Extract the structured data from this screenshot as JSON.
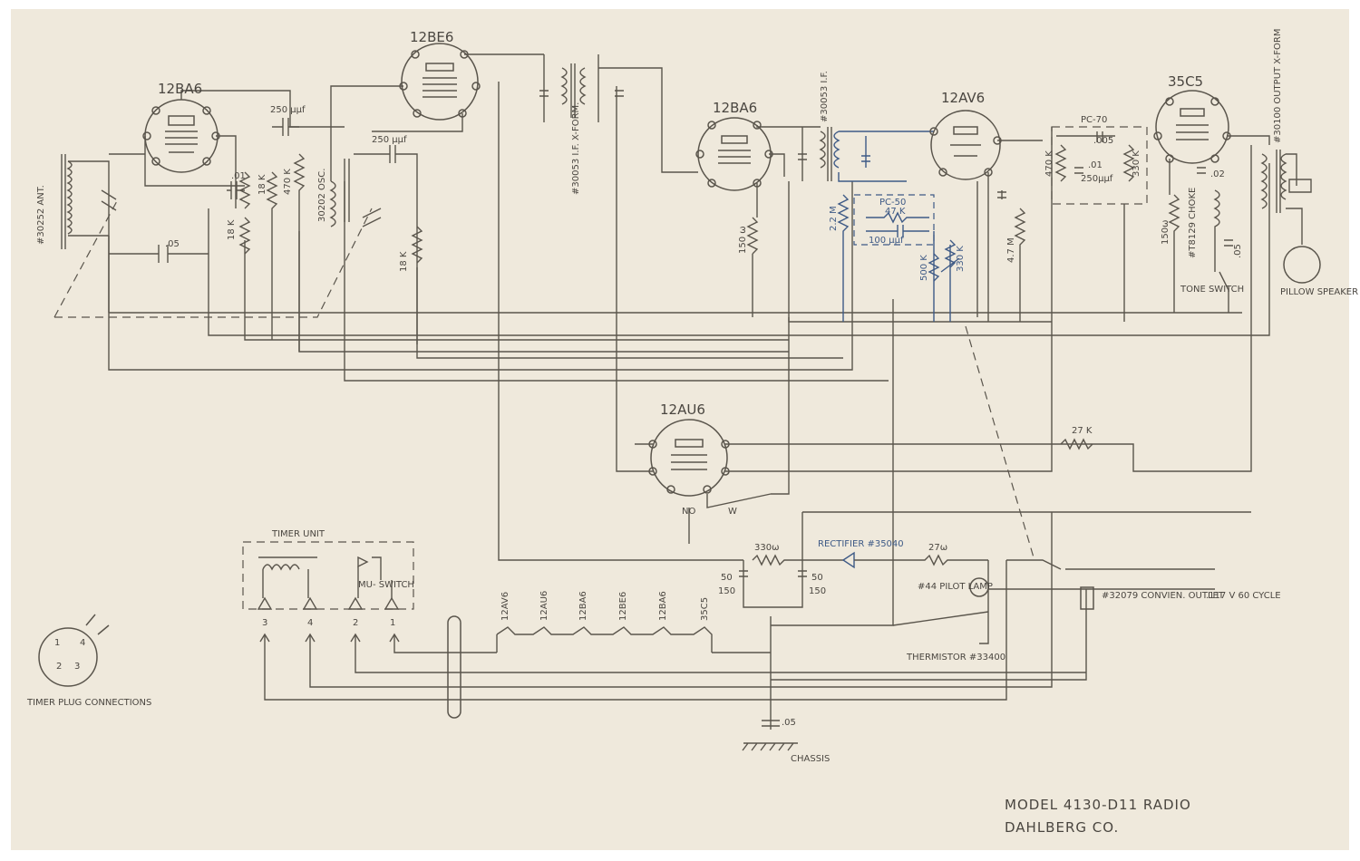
{
  "tubes": {
    "t1": "12BA6",
    "t2": "12BE6",
    "t3": "12BA6",
    "t4": "12AV6",
    "t5": "35C5",
    "t6": "12AU6"
  },
  "labels": {
    "ant": "#30252 ANT.",
    "osc": "30202 OSC.",
    "if_xform": "#30053 I.F. X-FORM.",
    "if2": "#30053 I.F.",
    "output_xform": "#30100 OUTPUT X-FORM",
    "pillow": "PILLOW SPEAKER",
    "tone": "TONE SWITCH",
    "choke": "#T8129 CHOKE",
    "pc70": "PC-70",
    "pc50": "PC-50",
    "timer_unit": "TIMER UNIT",
    "mu_switch": "MU- SWITCH",
    "rectifier": "RECTIFIER #35040",
    "pilot": "#44 PILOT LAMP",
    "thermistor": "THERMISTOR #33400",
    "outlet": "#32079 CONVIEN. OUTLET",
    "line": ".117 V 60 CYCLE",
    "chassis": "CHASSIS",
    "timer_plug": "TIMER PLUG CONNECTIONS",
    "no": "NO",
    "w": "W"
  },
  "values": {
    "c250a": "250 μμf",
    "c250b": "250 μμf",
    "c250c": "250μμf",
    "c01": ".01",
    "c05a": ".05",
    "c05b": ".05",
    "c05c": ".05",
    "c005": ".005",
    "c01b": ".01",
    "c02": ".02",
    "r18k_a": "18 K",
    "r18k_b": "18 K",
    "r18k_c": "18 K",
    "r470k": "470 K",
    "r150a": "150 ω",
    "r150b": "150ω",
    "r22m": "2.2 M",
    "r47m": "4.7 M",
    "r47k": "47 K",
    "c100": "100 μμf",
    "r500k": "500 K",
    "r330k": "330 K",
    "r470k_b": "470 K",
    "r330k_b": "330 K",
    "r27k": "27 K",
    "r330w": "330ω",
    "r27w": "27ω",
    "c50a_top": "50",
    "c50a_bot": "150",
    "c50b_top": "50",
    "c50b_bot": "150"
  },
  "heaters": [
    "12AV6",
    "12AU6",
    "12BA6",
    "12BE6",
    "12BA6",
    "35C5"
  ],
  "terminals": [
    "3",
    "4",
    "2",
    "1"
  ],
  "plug_pins": [
    "1",
    "4",
    "2",
    "3"
  ],
  "title": {
    "model": "MODEL  4130-D11  RADIO",
    "company": "DAHLBERG  CO."
  }
}
